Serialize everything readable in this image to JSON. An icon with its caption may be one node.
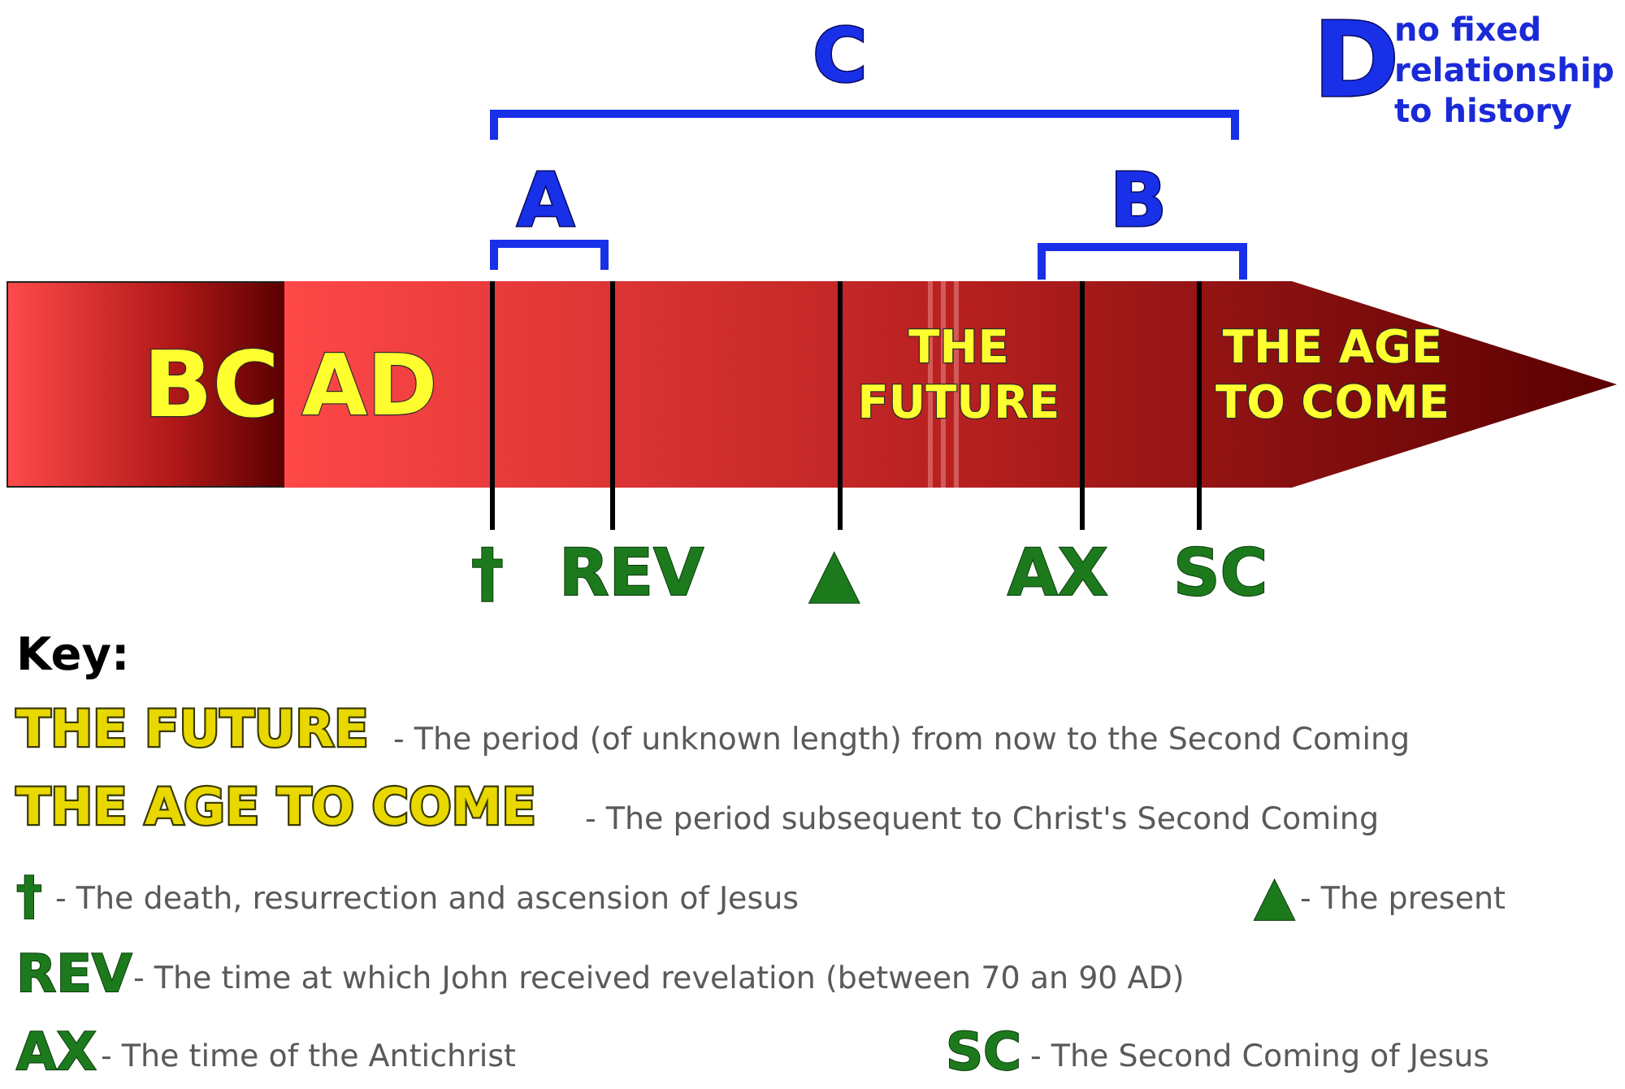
{
  "diagram": {
    "nodes": [
      {
        "text": [
          "BC"
        ]
      },
      {
        "text": [
          "AD",
          "THE FUTURE",
          "THE AGE TO COME"
        ]
      }
    ],
    "labels": [
      "C",
      "D",
      "no fixed relationship to history",
      "A",
      "B",
      "†",
      "REV",
      "▲",
      "AX",
      "SC",
      "Key:",
      "THE FUTURE",
      "- The period (of unknown length) from now to the Second Coming",
      "THE AGE TO COME",
      "- The period subsequent to Christ's Second Coming",
      "†",
      "- The death, resurrection and ascension of Jesus",
      "▲",
      "- The present",
      "REV",
      "- The time at which John received revelation (between 70 an 90 AD)",
      "AX",
      "- The time of the Antichrist",
      "SC",
      "- The Second Coming of Jesus"
    ]
  }
}
